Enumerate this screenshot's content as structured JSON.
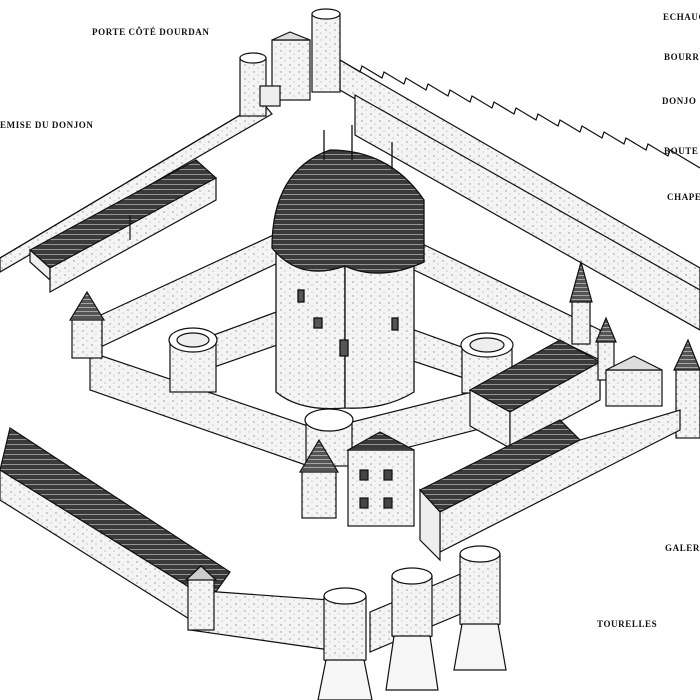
{
  "labels": {
    "porte_cote_dourdan": "PORTE CÔTÉ DOURDAN",
    "chemise_du_donjon": "EMISE DU DONJON",
    "echauguette": "ECHAUG",
    "bourreau": "BOURR",
    "donjon": "DONJO",
    "bouteillerie": "BOUTE",
    "chapelle": "CHAPE",
    "galerie": "GALER",
    "tourelles": "TOURELLES"
  },
  "colors": {
    "background": "#ffffff",
    "ink": "#111111",
    "roof": "#2a2a2a",
    "wall": "#f2f2f2"
  }
}
